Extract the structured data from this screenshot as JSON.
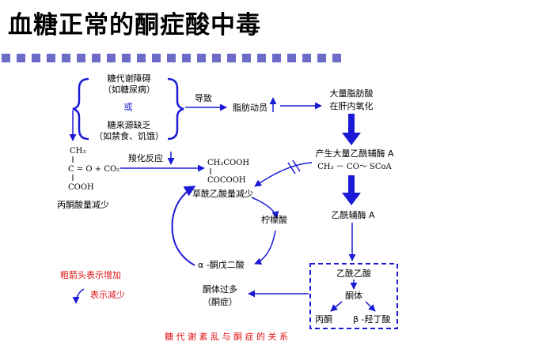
{
  "title": "血糖正常的酮症酸中毒",
  "colors": {
    "arrow": "#1a1ad6",
    "emphasis": "#e01010",
    "dots": "#6c6cc8"
  },
  "nodes": {
    "cause1_line1": "糖代谢障碍",
    "cause1_line2": "（如糖尿病）",
    "or": "或",
    "cause2_line1": "糖来源缺乏",
    "cause2_line2": "（如禁食、饥饿）",
    "lead_to": "导致",
    "fat_mobilization": "脂肪动员",
    "fat_oxidation_line1": "大量脂肪酸",
    "fat_oxidation_line2": "在肝内氧化",
    "acetyl_coa_produce_line1": "产生大量乙酰辅酶 A",
    "acetyl_coa_formula": "CH₃ － CO～ SCoA",
    "acetyl_coa": "乙酰辅酶 A",
    "pyruvate_f1": "CH₃",
    "pyruvate_f2": "C = O + CO₂",
    "pyruvate_f3": "COOH",
    "pyruvate_decrease": "丙酮酸量减少",
    "carboxylation": "羧化反应",
    "oxaloacetate_f1": "CH₂COOH",
    "oxaloacetate_f2": "COCOOH",
    "oxaloacetate_decrease": "草酰乙酸量减少",
    "citrate": "柠檬酸",
    "ketoglutarate": "α -酮戊二酸",
    "acetoacetyl": "乙酰乙酸",
    "ketone_body": "酮体",
    "acetone": "丙酮",
    "hydroxybutyrate": "β -羟丁酸",
    "ketone_excess_line1": "酮体过多",
    "ketone_excess_line2": "（酮症）"
  },
  "legend": {
    "thick": "粗箭头表示增加",
    "thin": "表示减少"
  },
  "caption": "糖 代 谢 紊 乱 与 酮 症 的 关 系"
}
